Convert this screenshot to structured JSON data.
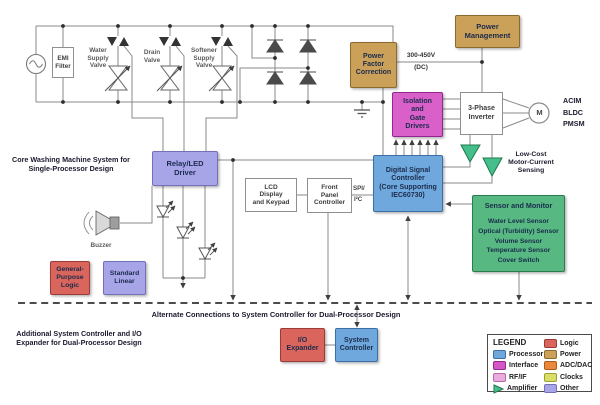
{
  "colors": {
    "processor_blue": "#6FA8DC",
    "interface_magenta": "#D557C5",
    "rfif_pink": "#E9ACDD",
    "amplifier_green": "#45BE8B",
    "logic_red": "#D9655C",
    "power_tan": "#CBA159",
    "adcdac_orange": "#E8883C",
    "clocks_yellow": "#DBDE66",
    "other_purple": "#A7A4E8",
    "sensor_green": "#57B981",
    "wire_gray": "#8a8a8a"
  },
  "blocks": {
    "emi": "EMI\nFilter",
    "relay": "Relay/LED\nDriver",
    "gp_logic": "General-\nPurpose\nLogic",
    "std_linear": "Standard\nLinear",
    "pfc": "Power\nFactor\nCorrection",
    "power_mgmt": "Power\nManagement",
    "isolation": "Isolation\nand\nGate\nDrivers",
    "inverter": "3-Phase\nInverter",
    "motor": "M",
    "dsc": "Digital Signal\nController\n(Core Supporting\nIEC60730)",
    "lcd": "LCD\nDisplay\nand Keypad",
    "fpc": "Front\nPanel\nController",
    "io_expander": "I/O\nExpander",
    "sys_controller": "System\nController"
  },
  "labels": {
    "core_system": "Core Washing Machine System for\nSingle-Processor Design",
    "additional": "Additional System Controller and I/O\nExpander for Dual-Processor Design",
    "alternate": "Alternate Connections to System Controller for Dual-Processor Design",
    "water_valve": "Water\nSupply\nValve",
    "drain_valve": "Drain\nValve",
    "softener_valve": "Softener\nSupply\nValve",
    "buzzer": "Buzzer",
    "dc_bus_top": "300-450V",
    "dc_bus_bottom": "(DC)",
    "motor_types": "ACIM\nBLDC\nPMSM",
    "current_sensing": "Low-Cost\nMotor-Current\nSensing",
    "spi_top": "SPI/",
    "spi_bottom": "I²C"
  },
  "sensor": {
    "title": "Sensor and Monitor",
    "items": [
      "Water Level Sensor",
      "Optical (Turbidity) Sensor",
      "Volume Sensor",
      "Temperature Sensor",
      "Cover Switch"
    ]
  },
  "legend": {
    "title": "LEGEND",
    "left": [
      "Processor",
      "Interface",
      "RF/IF",
      "Amplifier"
    ],
    "right": [
      "Logic",
      "Power",
      "ADC/DAC",
      "Clocks",
      "Other"
    ]
  }
}
